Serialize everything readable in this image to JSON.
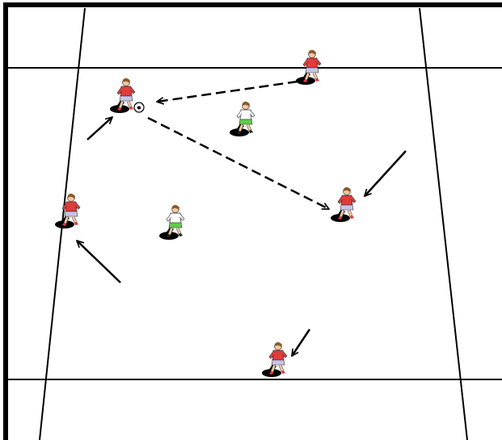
{
  "drill": {
    "colors": {
      "field_line": "#000000",
      "background": "#ffffff",
      "team_red": "#e23b3b",
      "team_white": "#ffffff",
      "white_team_shorts": "#5ccf4a",
      "red_team_shorts": "#c9c3e8",
      "skin": "#f2c6a0",
      "hair": "#8a5a2b",
      "shadow": "#000000"
    },
    "players": [
      {
        "team": "red",
        "role": "passer",
        "icon": "red-player-icon"
      },
      {
        "team": "red",
        "role": "ball-carrier",
        "icon": "red-player-icon"
      },
      {
        "team": "white",
        "role": "defender",
        "icon": "white-player-icon"
      },
      {
        "team": "red",
        "role": "receiver",
        "icon": "red-player-icon"
      },
      {
        "team": "red",
        "role": "support",
        "icon": "red-player-icon"
      },
      {
        "team": "white",
        "role": "defender",
        "icon": "white-player-icon"
      },
      {
        "team": "red",
        "role": "support",
        "icon": "red-player-icon"
      }
    ],
    "passes": [
      {
        "from": "passer",
        "to": "ball-carrier",
        "style": "dashed"
      },
      {
        "from": "ball-carrier",
        "to": "receiver",
        "style": "dashed"
      }
    ],
    "runs": [
      {
        "player": "ball-carrier",
        "style": "solid"
      },
      {
        "player": "receiver",
        "style": "solid"
      },
      {
        "player": "left-support",
        "style": "solid"
      },
      {
        "player": "bottom-support",
        "style": "solid"
      }
    ]
  }
}
